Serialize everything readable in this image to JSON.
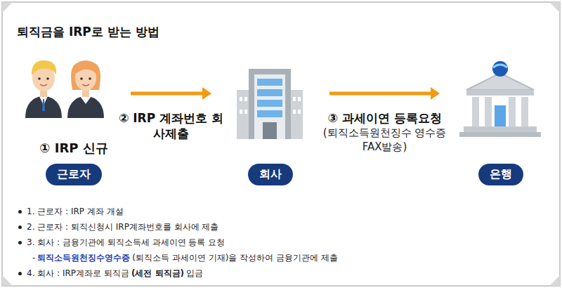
{
  "diagram": {
    "title": "퇴직금을 IRP로 받는 방법",
    "nodes": [
      {
        "text": [
          "① IRP 신규",
          "근로자"
        ]
      },
      {
        "text": [
          "회사"
        ]
      },
      {
        "text": [
          "은행"
        ]
      }
    ],
    "edges": [
      {
        "from": 0,
        "to": 1,
        "label": "② IRP 계좌번호 회사제출",
        "arrow": "to"
      },
      {
        "from": 1,
        "to": 2,
        "label": "③ 과세이연 등록요청",
        "arrow": "to"
      }
    ],
    "labels": [
      "(퇴직소득원천징수 영수증 FAX발송)",
      "1. 근로자 : IRP 계좌 개설",
      "2. 근로자 : 퇴직신청시 IRP계좌번호를 회사에 제출",
      "3. 회사 : 금융기관에 퇴직소득세 과세이연 등록 요청",
      "-",
      "퇴직소득원천징수영수증",
      "(퇴직소득 과세이연 기재)을 작성하여 금융기관에 제출",
      "4. 회사 : IRP계좌로 퇴직금",
      "(세전 퇴직금)",
      "입금"
    ]
  }
}
